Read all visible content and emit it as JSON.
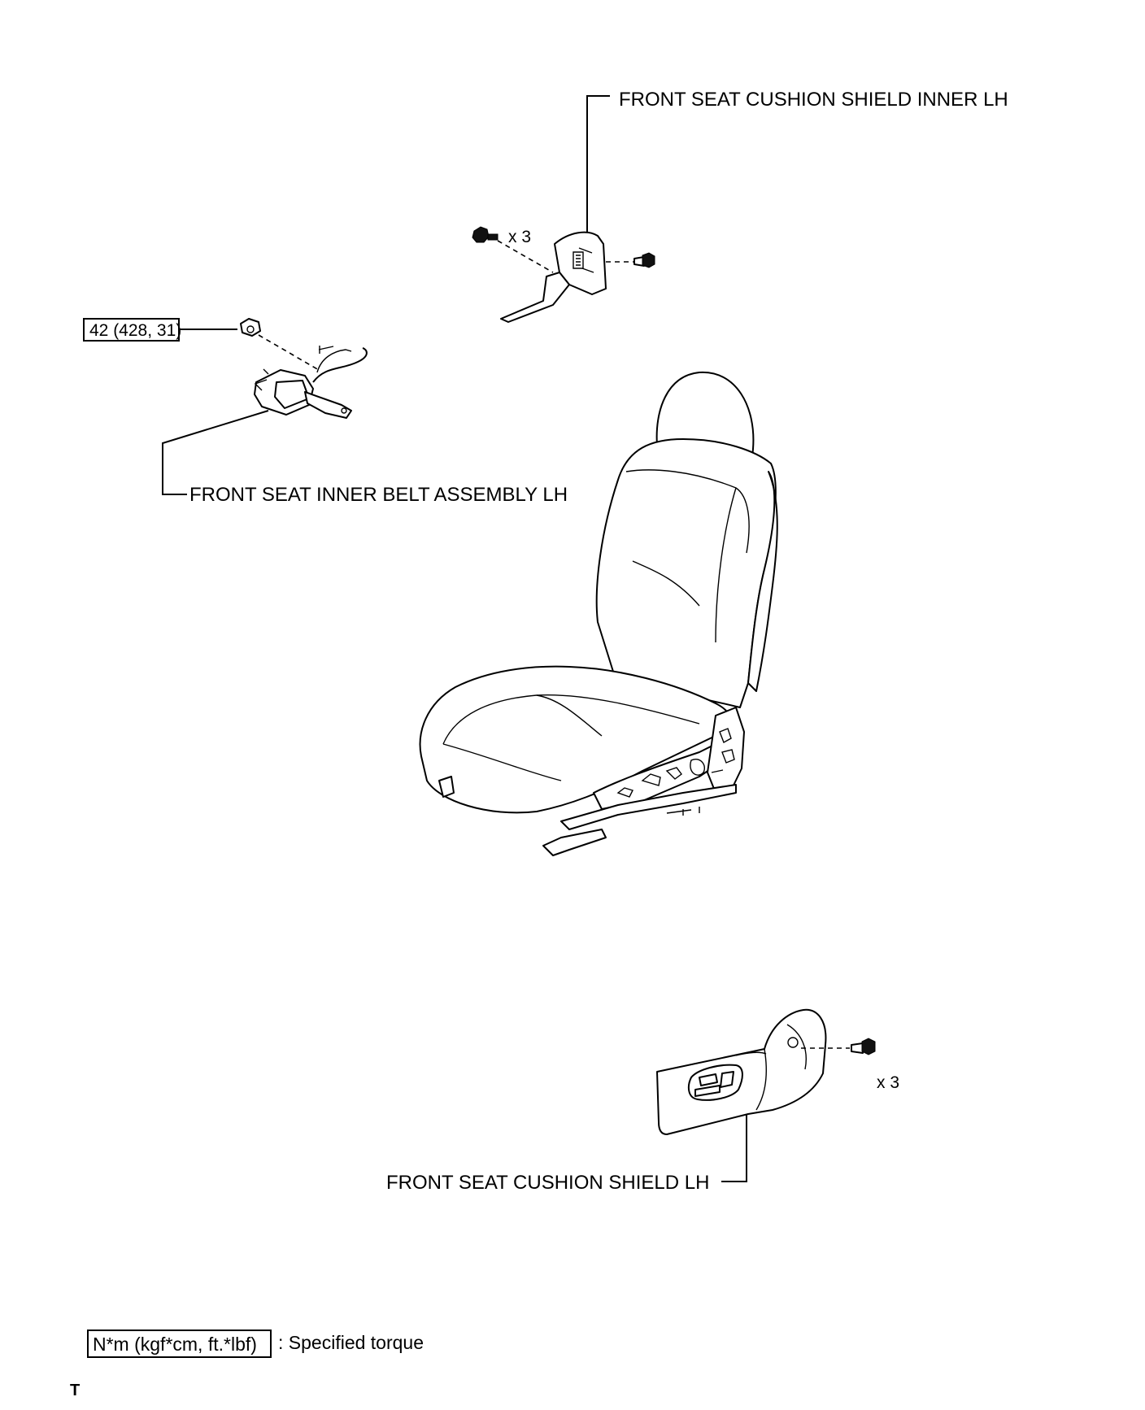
{
  "callouts": {
    "cushion_shield_inner": "FRONT SEAT CUSHION SHIELD INNER LH",
    "inner_belt": "FRONT SEAT INNER BELT ASSEMBLY LH",
    "cushion_shield": "FRONT SEAT CUSHION SHIELD LH"
  },
  "quantities": {
    "inner_shield_screws": "x 3",
    "shield_screws": "x 3"
  },
  "torque": {
    "value": "42 (428, 31)"
  },
  "legend": {
    "unit_box": "N*m (kgf*cm, ft.*lbf)",
    "description": ": Specified torque"
  },
  "corner_mark": "T"
}
